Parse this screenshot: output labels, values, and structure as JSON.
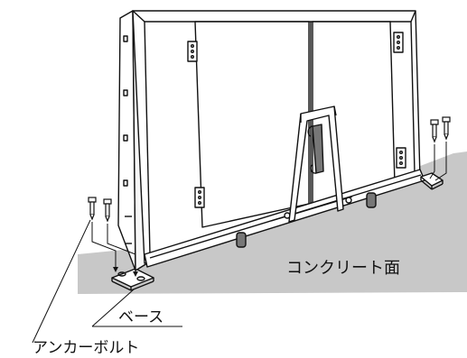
{
  "labels": {
    "concrete": "コンクリート面",
    "base": "ベース",
    "anchor_bolt": "アンカーボルト"
  },
  "colors": {
    "line": "#111111",
    "floor": "#c8c8c8",
    "panel": "#ffffff"
  }
}
